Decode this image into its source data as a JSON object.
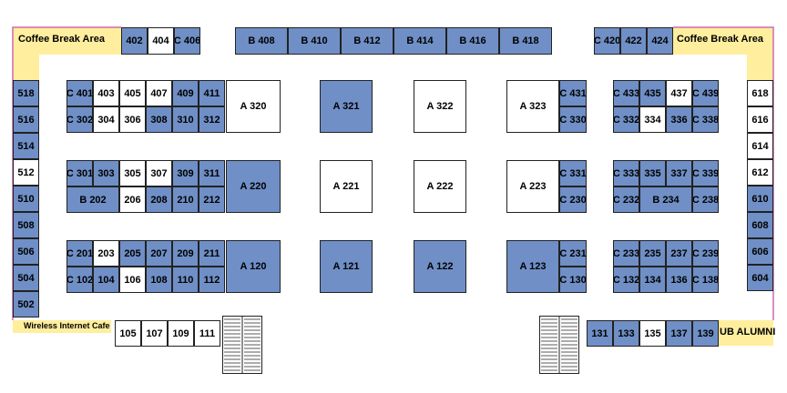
{
  "colors": {
    "filled": "#6f8fc6",
    "open": "#ffffff",
    "area": "#ffee9e",
    "border": "#d06ab0"
  },
  "labels": {
    "coffee_left": "Coffee Break Area",
    "coffee_right": "Coffee Break Area",
    "wifi": "Wireless Internet Cafe",
    "alumni": "UB ALUMNI"
  },
  "icons": [
    "stairs-icon"
  ],
  "rows": {
    "top_left": [
      {
        "label": "402",
        "filled": true
      },
      {
        "label": "404",
        "filled": false
      },
      {
        "label": "C 406",
        "filled": true
      }
    ],
    "top_b": [
      {
        "label": "B 408",
        "filled": true
      },
      {
        "label": "B 410",
        "filled": true
      },
      {
        "label": "B 412",
        "filled": true
      },
      {
        "label": "B 414",
        "filled": true
      },
      {
        "label": "B 416",
        "filled": true
      },
      {
        "label": "B 418",
        "filled": true
      }
    ],
    "top_right": [
      {
        "label": "C 420",
        "filled": true
      },
      {
        "label": "422",
        "filled": true
      },
      {
        "label": "424",
        "filled": true
      }
    ],
    "left_col": [
      {
        "label": "518",
        "filled": true
      },
      {
        "label": "516",
        "filled": true
      },
      {
        "label": "514",
        "filled": true
      },
      {
        "label": "512",
        "filled": false
      },
      {
        "label": "510",
        "filled": true
      },
      {
        "label": "508",
        "filled": true
      },
      {
        "label": "506",
        "filled": true
      },
      {
        "label": "504",
        "filled": true
      },
      {
        "label": "502",
        "filled": true
      }
    ],
    "right_col": [
      {
        "label": "618",
        "filled": false
      },
      {
        "label": "616",
        "filled": false
      },
      {
        "label": "614",
        "filled": false
      },
      {
        "label": "612",
        "filled": false
      },
      {
        "label": "610",
        "filled": true
      },
      {
        "label": "608",
        "filled": true
      },
      {
        "label": "606",
        "filled": true
      },
      {
        "label": "604",
        "filled": true
      }
    ],
    "bottom_left": [
      {
        "label": "105",
        "filled": false
      },
      {
        "label": "107",
        "filled": false
      },
      {
        "label": "109",
        "filled": false
      },
      {
        "label": "111",
        "filled": false
      }
    ],
    "bottom_right": [
      {
        "label": "131",
        "filled": true
      },
      {
        "label": "133",
        "filled": true
      },
      {
        "label": "135",
        "filled": false
      },
      {
        "label": "137",
        "filled": true
      },
      {
        "label": "139",
        "filled": true
      }
    ],
    "blk_l1_top": [
      {
        "label": "C 401",
        "filled": true
      },
      {
        "label": "403",
        "filled": false
      },
      {
        "label": "405",
        "filled": false
      },
      {
        "label": "407",
        "filled": false
      },
      {
        "label": "409",
        "filled": true
      },
      {
        "label": "411",
        "filled": true
      }
    ],
    "blk_l1_bot": [
      {
        "label": "C 302",
        "filled": true
      },
      {
        "label": "304",
        "filled": false
      },
      {
        "label": "306",
        "filled": false
      },
      {
        "label": "308",
        "filled": true
      },
      {
        "label": "310",
        "filled": true
      },
      {
        "label": "312",
        "filled": true
      }
    ],
    "blk_l2_top": [
      {
        "label": "C 301",
        "filled": true
      },
      {
        "label": "303",
        "filled": true
      },
      {
        "label": "305",
        "filled": false
      },
      {
        "label": "307",
        "filled": false
      },
      {
        "label": "309",
        "filled": true
      },
      {
        "label": "311",
        "filled": true
      }
    ],
    "blk_l2_bot": [
      {
        "label": "B 202",
        "filled": true
      },
      {
        "label": "206",
        "filled": false
      },
      {
        "label": "208",
        "filled": true
      },
      {
        "label": "210",
        "filled": true
      },
      {
        "label": "212",
        "filled": true
      }
    ],
    "blk_l3_top": [
      {
        "label": "C 201",
        "filled": true
      },
      {
        "label": "203",
        "filled": false
      },
      {
        "label": "205",
        "filled": true
      },
      {
        "label": "207",
        "filled": true
      },
      {
        "label": "209",
        "filled": true
      },
      {
        "label": "211",
        "filled": true
      }
    ],
    "blk_l3_bot": [
      {
        "label": "C 102",
        "filled": true
      },
      {
        "label": "104",
        "filled": true
      },
      {
        "label": "106",
        "filled": false
      },
      {
        "label": "108",
        "filled": true
      },
      {
        "label": "110",
        "filled": true
      },
      {
        "label": "112",
        "filled": true
      }
    ],
    "a_big": [
      {
        "label": "A 320",
        "filled": false
      },
      {
        "label": "A 220",
        "filled": true
      },
      {
        "label": "A 120",
        "filled": true
      }
    ],
    "a_middle": [
      {
        "label": "A 321",
        "filled": true
      },
      {
        "label": "A 322",
        "filled": false
      },
      {
        "label": "A 323",
        "filled": false
      },
      {
        "label": "A 221",
        "filled": false
      },
      {
        "label": "A 222",
        "filled": false
      },
      {
        "label": "A 223",
        "filled": false
      },
      {
        "label": "A 121",
        "filled": true
      },
      {
        "label": "A 122",
        "filled": true
      },
      {
        "label": "A 123",
        "filled": true
      }
    ],
    "c_col_right": [
      {
        "label": "C 431",
        "filled": true
      },
      {
        "label": "C 330",
        "filled": true
      },
      {
        "label": "C 331",
        "filled": true
      },
      {
        "label": "C 230",
        "filled": true
      },
      {
        "label": "C 231",
        "filled": true
      },
      {
        "label": "C 130",
        "filled": true
      }
    ],
    "blk_r1_top": [
      {
        "label": "C 433",
        "filled": true
      },
      {
        "label": "435",
        "filled": true
      },
      {
        "label": "437",
        "filled": false
      },
      {
        "label": "C 439",
        "filled": true
      }
    ],
    "blk_r1_bot": [
      {
        "label": "C 332",
        "filled": true
      },
      {
        "label": "334",
        "filled": false
      },
      {
        "label": "336",
        "filled": true
      },
      {
        "label": "C 338",
        "filled": true
      }
    ],
    "blk_r2_top": [
      {
        "label": "C 333",
        "filled": true
      },
      {
        "label": "335",
        "filled": true
      },
      {
        "label": "337",
        "filled": true
      },
      {
        "label": "C 339",
        "filled": true
      }
    ],
    "blk_r2_bot": [
      {
        "label": "C 232",
        "filled": true
      },
      {
        "label": "B 234",
        "filled": true
      },
      {
        "label": "C 238",
        "filled": true
      }
    ],
    "blk_r3_top": [
      {
        "label": "C 233",
        "filled": true
      },
      {
        "label": "235",
        "filled": true
      },
      {
        "label": "237",
        "filled": true
      },
      {
        "label": "C 239",
        "filled": true
      }
    ],
    "blk_r3_bot": [
      {
        "label": "C 132",
        "filled": true
      },
      {
        "label": "134",
        "filled": true
      },
      {
        "label": "136",
        "filled": true
      },
      {
        "label": "C 138",
        "filled": true
      }
    ]
  }
}
